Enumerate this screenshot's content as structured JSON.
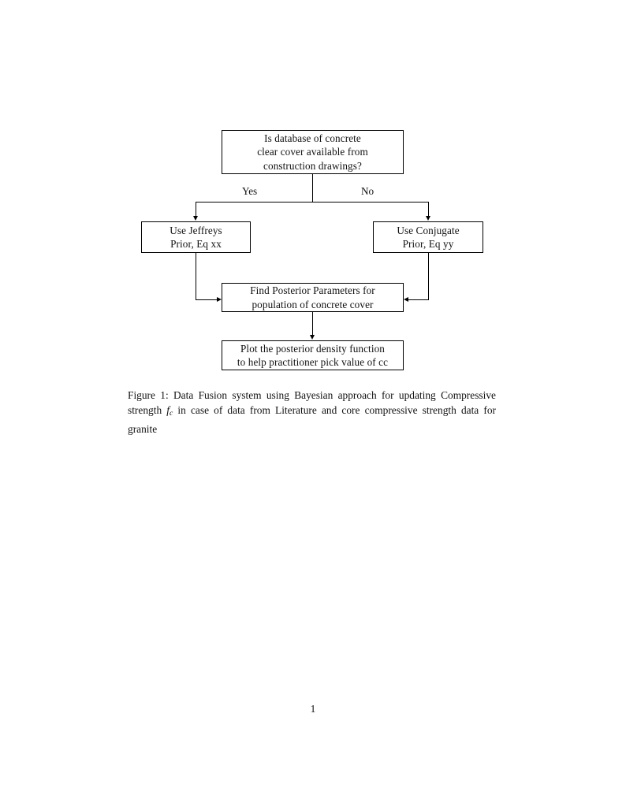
{
  "document": {
    "page_number": "1",
    "background_color": "#ffffff",
    "text_color": "#111111"
  },
  "figure": {
    "type": "flowchart",
    "nodes": [
      {
        "id": "question",
        "shape": "rectangle",
        "lines": [
          "Is database of concrete",
          "clear cover available from",
          "construction drawings?"
        ]
      },
      {
        "id": "jeffreys",
        "shape": "rectangle",
        "lines": [
          "Use Jeffreys",
          "Prior, Eq xx"
        ]
      },
      {
        "id": "conjugate",
        "shape": "rectangle",
        "lines": [
          "Use Conjugate",
          "Prior, Eq yy"
        ]
      },
      {
        "id": "posterior",
        "shape": "rectangle",
        "lines": [
          "Find Posterior Parameters for",
          "population of concrete cover"
        ]
      },
      {
        "id": "plot",
        "shape": "rectangle",
        "lines": [
          "Plot the posterior density function",
          "to help practitioner pick value of cc"
        ]
      }
    ],
    "edges": [
      {
        "id": "yes",
        "label": "Yes",
        "from": "question",
        "to": "jeffreys"
      },
      {
        "id": "no",
        "label": "No",
        "from": "question",
        "to": "conjugate"
      },
      {
        "id": "jeffreys-to-posterior",
        "label": "",
        "from": "jeffreys",
        "to": "posterior"
      },
      {
        "id": "conjugate-to-posterior",
        "label": "",
        "from": "conjugate",
        "to": "posterior"
      },
      {
        "id": "posterior-to-plot",
        "label": "",
        "from": "posterior",
        "to": "plot"
      }
    ],
    "line_color": "#000000"
  },
  "caption": {
    "label": "Figure 1:",
    "part1": " Data Fusion system using Bayesian approach for updating Compressive strength ",
    "math_var": "f",
    "math_sub": "c",
    "part2": " in case of data from Literature and core compressive strength data for granite"
  }
}
